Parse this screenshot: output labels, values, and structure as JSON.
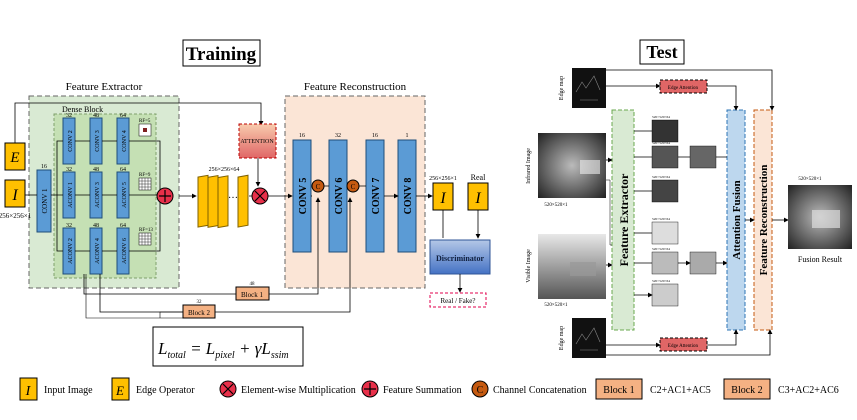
{
  "training_title": "Training",
  "test_title": "Test",
  "training": {
    "feature_extractor_label": "Feature Extractor",
    "feature_reconstruction_label": "Feature Reconstruction",
    "dense_block_label": "Dense Block",
    "input_e": "E",
    "input_i": "I",
    "input_size": "256×256×1",
    "conv1": "CONV 1",
    "conv1_ch": "16",
    "convs": [
      {
        "label": "CONV 2",
        "ch": "32"
      },
      {
        "label": "CONV 3",
        "ch": "48"
      },
      {
        "label": "CONV 4",
        "ch": "64"
      },
      {
        "label": "ACONV 1",
        "ch": "32"
      },
      {
        "label": "ACONV 3",
        "ch": "48"
      },
      {
        "label": "ACONV 5",
        "ch": "64"
      },
      {
        "label": "ACONV 2",
        "ch": "32"
      },
      {
        "label": "ACONV 4",
        "ch": "48"
      },
      {
        "label": "ACONV 6",
        "ch": "64"
      }
    ],
    "rf_labels": [
      "RF=5",
      "RF=9",
      "RF=13"
    ],
    "attention_label": "ATTENTION",
    "feature_size": "256×256×64",
    "recon_convs": [
      {
        "label": "CONV 5",
        "ch": "16"
      },
      {
        "label": "CONV 6",
        "ch": "32"
      },
      {
        "label": "CONV 7",
        "ch": "16"
      },
      {
        "label": "CONV 8",
        "ch": "1"
      }
    ],
    "concat_symbol": "C",
    "output_i": "I",
    "output_size": "256×256×1",
    "real_label": "Real",
    "real_i": "I",
    "discriminator_label": "Discriminator",
    "real_fake_label": "Real / Fake?",
    "block1_label": "Block 1",
    "block1_ch": "48",
    "block2_label": "Block 2",
    "block2_ch": "32",
    "loss_total": "L",
    "loss_total_sub": "total",
    "loss_pixel": "L",
    "loss_pixel_sub": "pixel",
    "loss_gamma": "γ",
    "loss_ssim": "L",
    "loss_ssim_sub": "ssim"
  },
  "test": {
    "edge_map_label": "Edge map",
    "infrared_label": "Infrared Image",
    "visible_label": "Visible Image",
    "image_size": "520×520×1",
    "edge_attention_label": "Edge Attention",
    "feature_extractor_label": "Feature Extractor",
    "attention_fusion_label": "Attention Fusion",
    "feature_reconstruction_label": "Feature Reconstruction",
    "output_size": "520×520×1",
    "fusion_result_label": "Fusion Result",
    "small_feature_size": "520×520×64"
  },
  "legend": [
    {
      "symbol": "I",
      "text": "Input Image"
    },
    {
      "symbol": "E",
      "text": "Edge Operator"
    },
    {
      "symbol": "⊗",
      "text": "Element-wise Multiplication"
    },
    {
      "symbol": "+",
      "text": "Feature Summation"
    },
    {
      "symbol": "C",
      "text": "Channel Concatenation"
    },
    {
      "symbol": "Block 1",
      "text": "C2+AC1+AC5"
    },
    {
      "symbol": "Block 2",
      "text": "C3+AC2+AC6"
    }
  ],
  "colors": {
    "conv_blue": "#5b9bd5",
    "green_panel": "#d9ead3",
    "orange_panel": "#fbe5d6",
    "yellow_io": "#ffc000",
    "multiply_red": "#e8304a",
    "concat_brown": "#c55a11",
    "block_salmon": "#f4b183",
    "attention_red": "#e06666",
    "discriminator_blue": "#8ea9db"
  }
}
